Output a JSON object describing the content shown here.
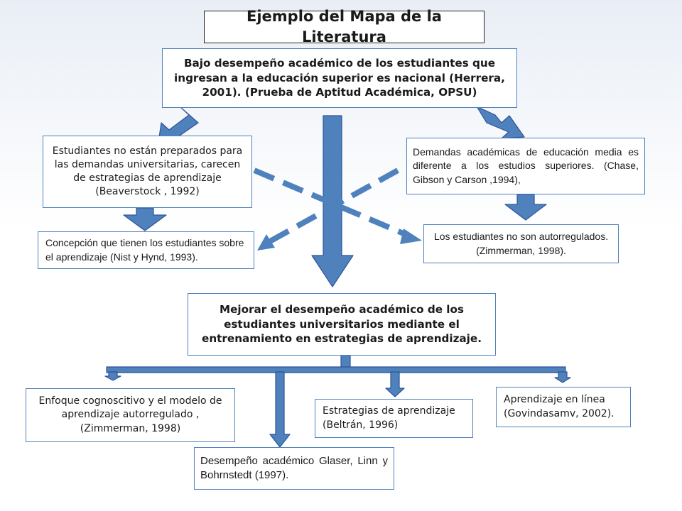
{
  "title": "Ejemplo del Mapa de la Literatura",
  "boxes": {
    "main_problem": "Bajo desempeño académico de los estudiantes que ingresan a la educación superior es nacional (Herrera, 2001). (Prueba de Aptitud Académica, OPSU)",
    "students_not_prepared": "Estudiantes no están preparados para las demandas universitarias, carecen de estrategias de aprendizaje (Beaverstock , 1992)",
    "academic_demands": "Demandas académicas de educación media es diferente a los estudios superiores. (Chase, Gibson y Carson ,1994),",
    "learning_conception": "Concepción que tienen los estudiantes sobre el aprendizaje (Nist y Hynd, 1993).",
    "not_self_regulated": "Los estudiantes no son autorregulados. (Zimmerman, 1998).",
    "goal": "Mejorar el desempeño académico de los estudiantes universitarios mediante el entrenamiento en estrategias de aprendizaje.",
    "cognitive_approach": "Enfoque cognoscitivo y el modelo de aprendizaje autorregulado , (Zimmerman, 1998)",
    "academic_performance": "Desempeño académico Glaser, Linn y Bohrnstedt (1997).",
    "learning_strategies": "Estrategias de aprendizaje (Beltrán, 1996)",
    "online_learning": "Aprendizaje en línea (Govindasamv, 2002)."
  },
  "colors": {
    "arrow_fill": "#4f81bd",
    "arrow_stroke": "#2f5597",
    "box_border": "#4f81bd",
    "title_border": "#222222"
  }
}
